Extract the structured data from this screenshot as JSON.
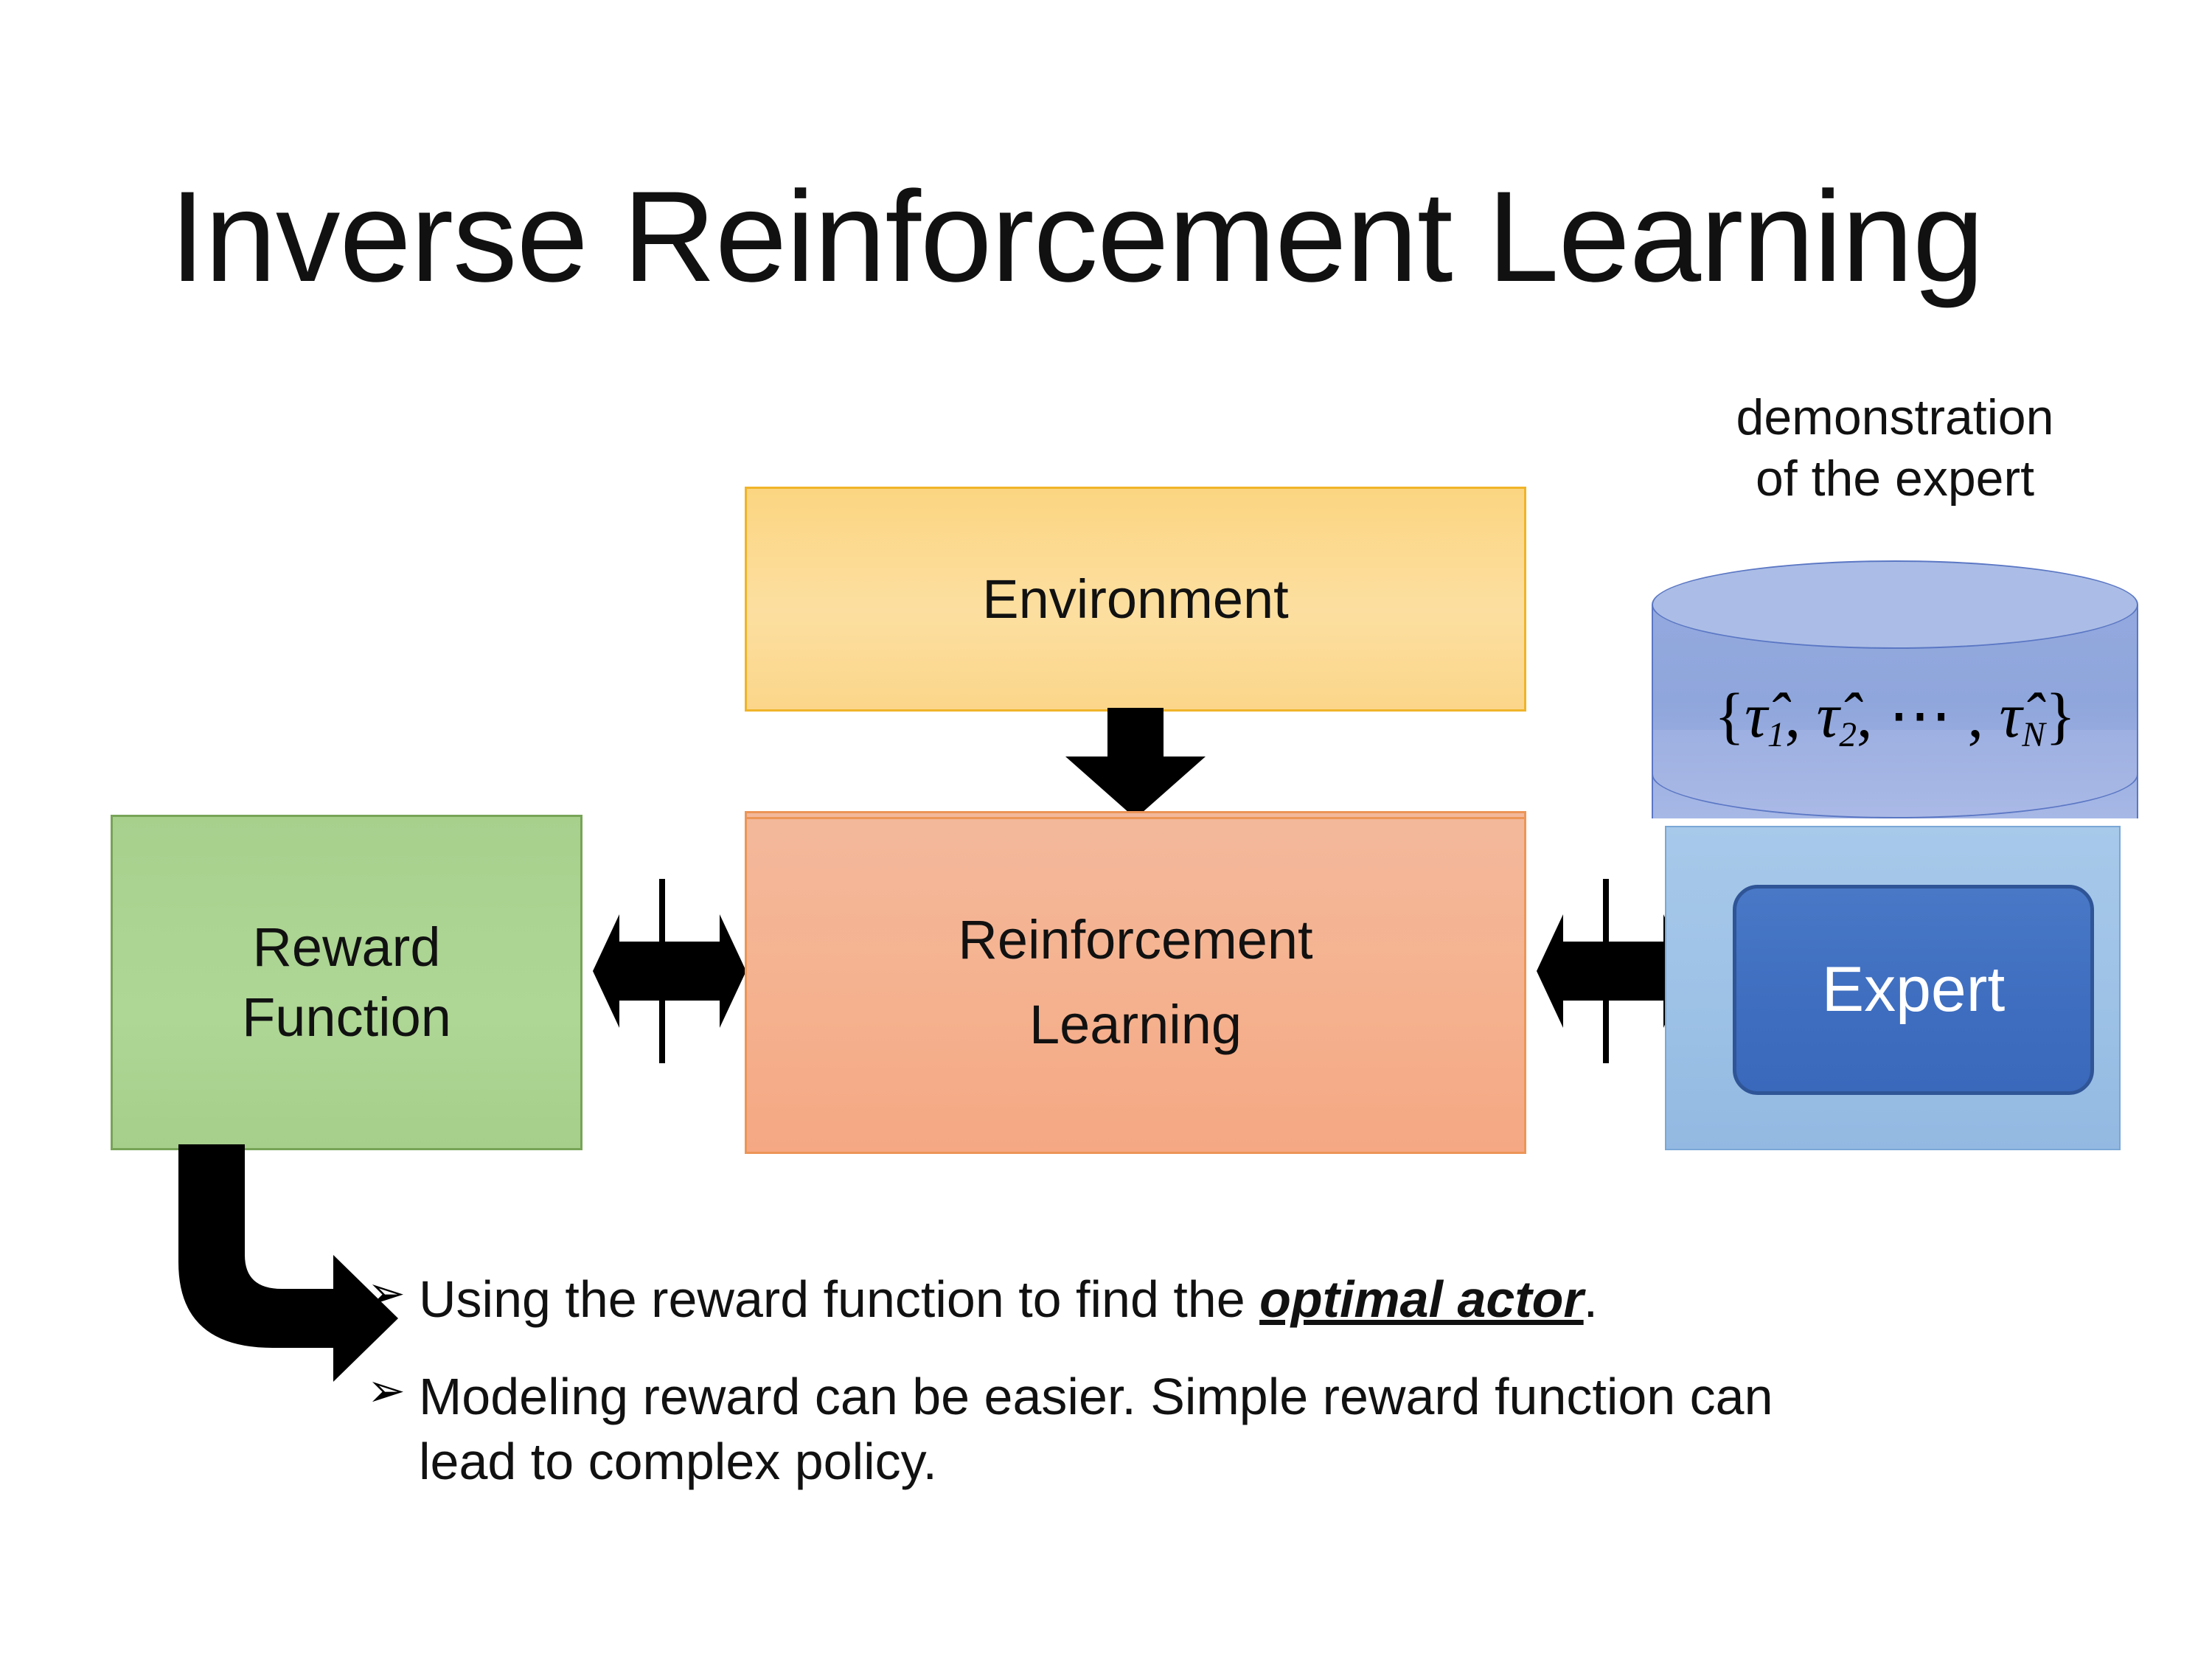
{
  "slide": {
    "title": "Inverse Reinforcement Learning"
  },
  "diagram": {
    "environment": {
      "label": "Environment"
    },
    "reward_function": {
      "label_line1": "Reward",
      "label_line2": "Function"
    },
    "reinforcement_learning": {
      "label_line1": "Reinforcement",
      "label_line2": "Learning"
    },
    "expert": {
      "caption_line1": "demonstration",
      "caption_line2": "of the expert",
      "trajectories_open": "{",
      "trajectories_t1": "τ̂",
      "trajectories_t1_sub": "1",
      "trajectories_sep1": ", ",
      "trajectories_t2": "τ̂",
      "trajectories_t2_sub": "2",
      "trajectories_sep2": ", ⋯ , ",
      "trajectories_tn": "τ̂",
      "trajectories_tn_sub": "N",
      "trajectories_close": "}",
      "button_label": "Expert"
    },
    "arrows": {
      "env_to_rl": "down-arrow",
      "rf_to_rl": "double-headed-horizontal-arrow",
      "rl_to_expert": "double-headed-horizontal-arrow",
      "rf_to_bullets": "bent-elbow-arrow"
    }
  },
  "bullets": [
    {
      "marker": "➢",
      "prefix": "Using the reward function to find the ",
      "emphasis": "optimal actor",
      "suffix": "."
    },
    {
      "marker": "➢",
      "prefix": "Modeling reward can be easier. Simple reward function can lead to complex policy.",
      "emphasis": "",
      "suffix": ""
    }
  ],
  "colors": {
    "environment_fill": "#FCDC94",
    "environment_border": "#F0B429",
    "reward_fill": "#A8D08D",
    "reward_border": "#77A457",
    "rl_fill": "#F4B183",
    "rl_border": "#EC9557",
    "cylinder_fill": "#8FA6DC",
    "cylinder_border": "#5B77C4",
    "panel_fill": "#9CC1E6",
    "expert_fill": "#4472C4",
    "expert_border": "#2F5597",
    "arrow_fill": "#000000",
    "text": "#111111"
  }
}
